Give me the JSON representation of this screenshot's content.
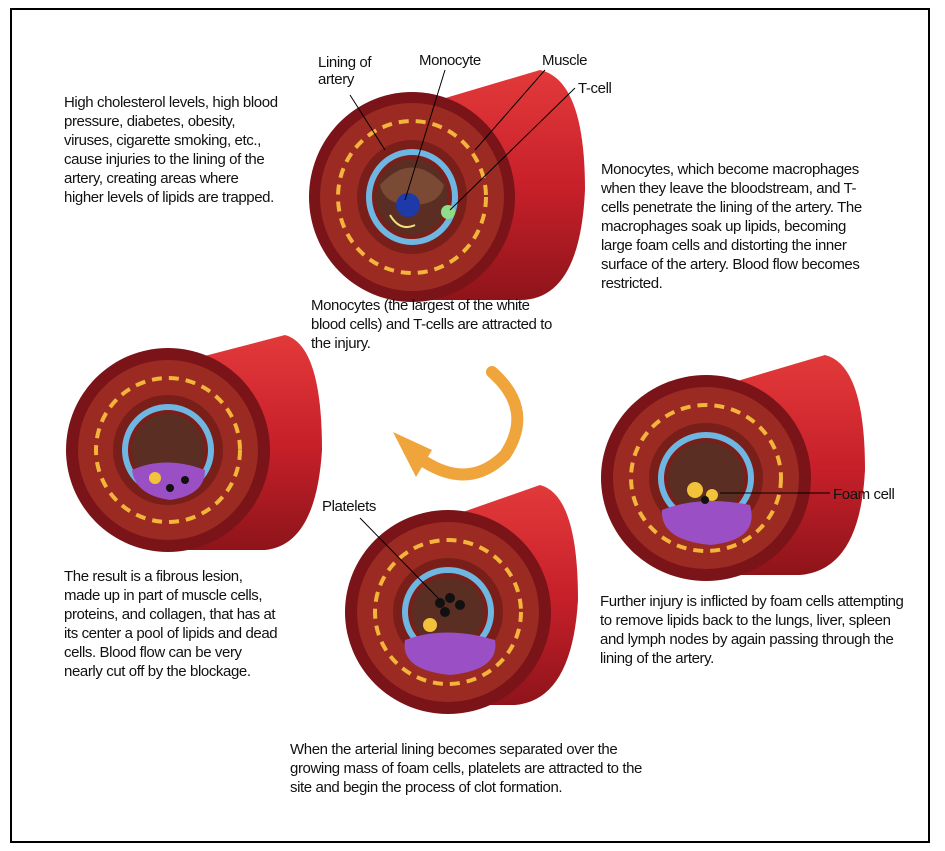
{
  "labels": {
    "lining": "Lining of artery",
    "monocyte": "Monocyte",
    "muscle": "Muscle",
    "tcell": "T-cell",
    "foam_cell": "Foam cell",
    "platelets": "Platelets"
  },
  "captions": {
    "injury": "High cholesterol levels, high blood pressure, diabetes, obesity, viruses, cigarette smoking, etc., cause injuries to the lining of the artery, creating areas where higher levels of lipids are trapped.",
    "attraction": "Monocytes (the largest of the white blood cells) and T-cells are attracted to the injury.",
    "macrophages": "Monocytes, which become macrophages when they leave the bloodstream, and T-cells penetrate the lining of the artery. The macrophages soak up lipids, becoming large foam cells and distorting the inner surface of the artery. Blood flow becomes restricted.",
    "further_injury": "Further injury is inflicted by foam cells attempting to remove lipids back to the lungs, liver, spleen and lymph nodes by again passing through the lining of the artery.",
    "clot": "When the arterial lining becomes separated over the growing mass of foam cells, platelets are attracted to the site and begin the process of clot formation.",
    "lesion": "The result is a fibrous lesion, made up in part of muscle cells, proteins, and collagen, that has at its center a pool of lipids and dead cells. Blood flow can be very nearly cut off by the blockage."
  },
  "colors": {
    "artery_red": "#c8202a",
    "artery_dark": "#7a1418",
    "wall": "#9b2a22",
    "yellow_dash": "#f2b43a",
    "lining_blue": "#6fb7e3",
    "lumen_brown": "#6b3a2a",
    "lipid_purple": "#9b4fc4",
    "arrow_orange": "#f0a43c"
  }
}
